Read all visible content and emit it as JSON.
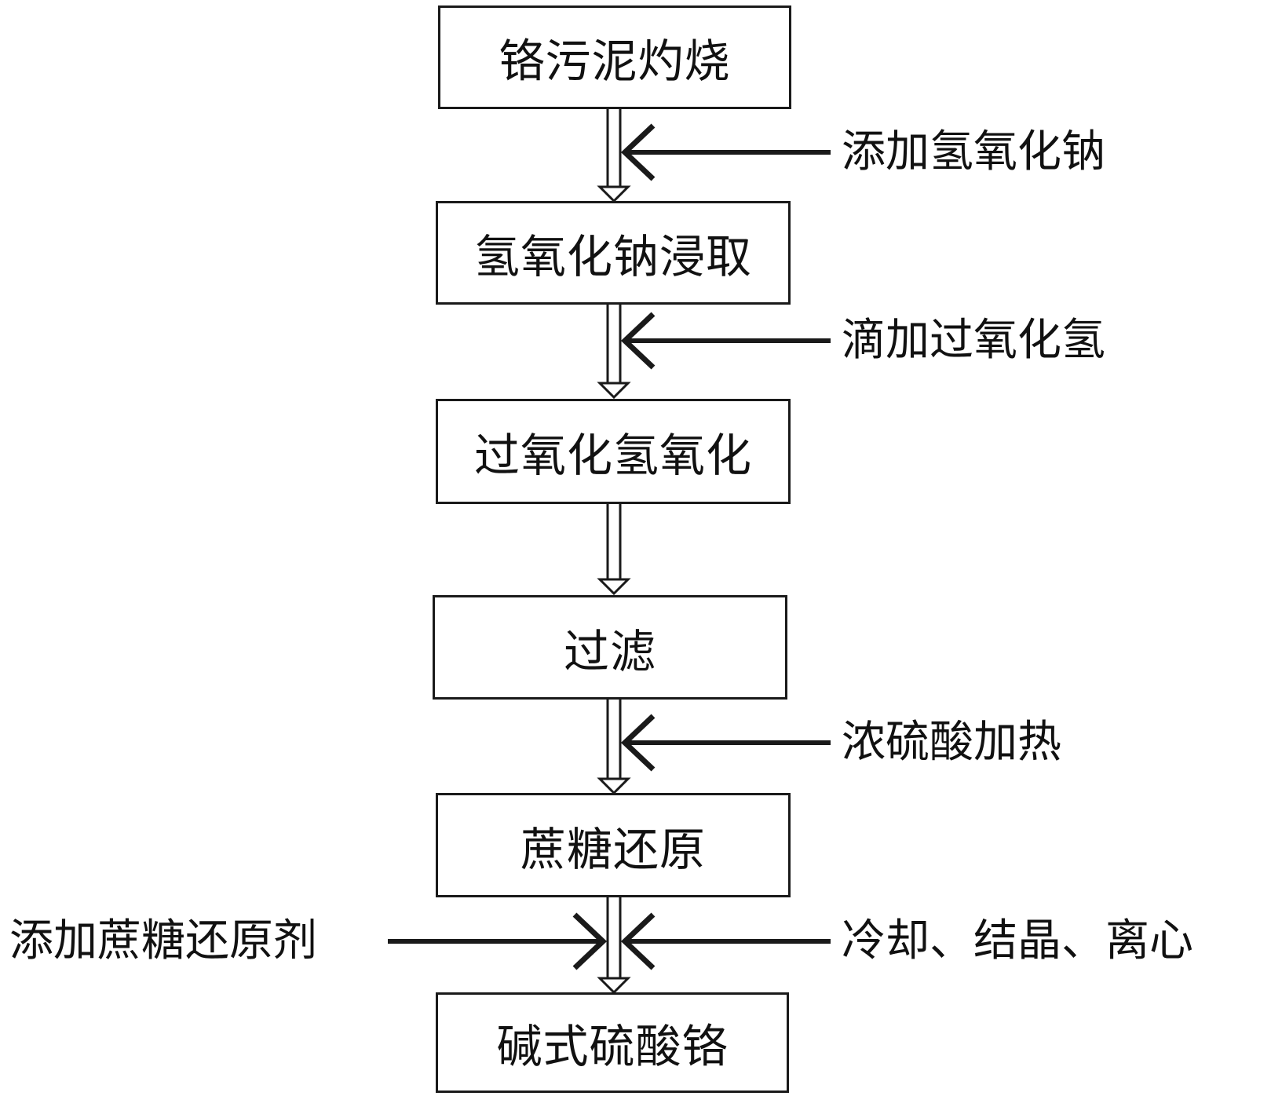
{
  "flowchart": {
    "steps": [
      "铬污泥灼烧",
      "氢氧化钠浸取",
      "过氧化氢氧化",
      "过滤",
      "蔗糖还原",
      "碱式硫酸铬"
    ],
    "inputs": {
      "add_naoh": "添加氢氧化钠",
      "drip_h2o2": "滴加过氧化氢",
      "conc_h2so4_heat": "浓硫酸加热",
      "add_sucrose_reductant": "添加蔗糖还原剂",
      "cool_crystallize_centrifuge": "冷却、结晶、离心"
    }
  }
}
